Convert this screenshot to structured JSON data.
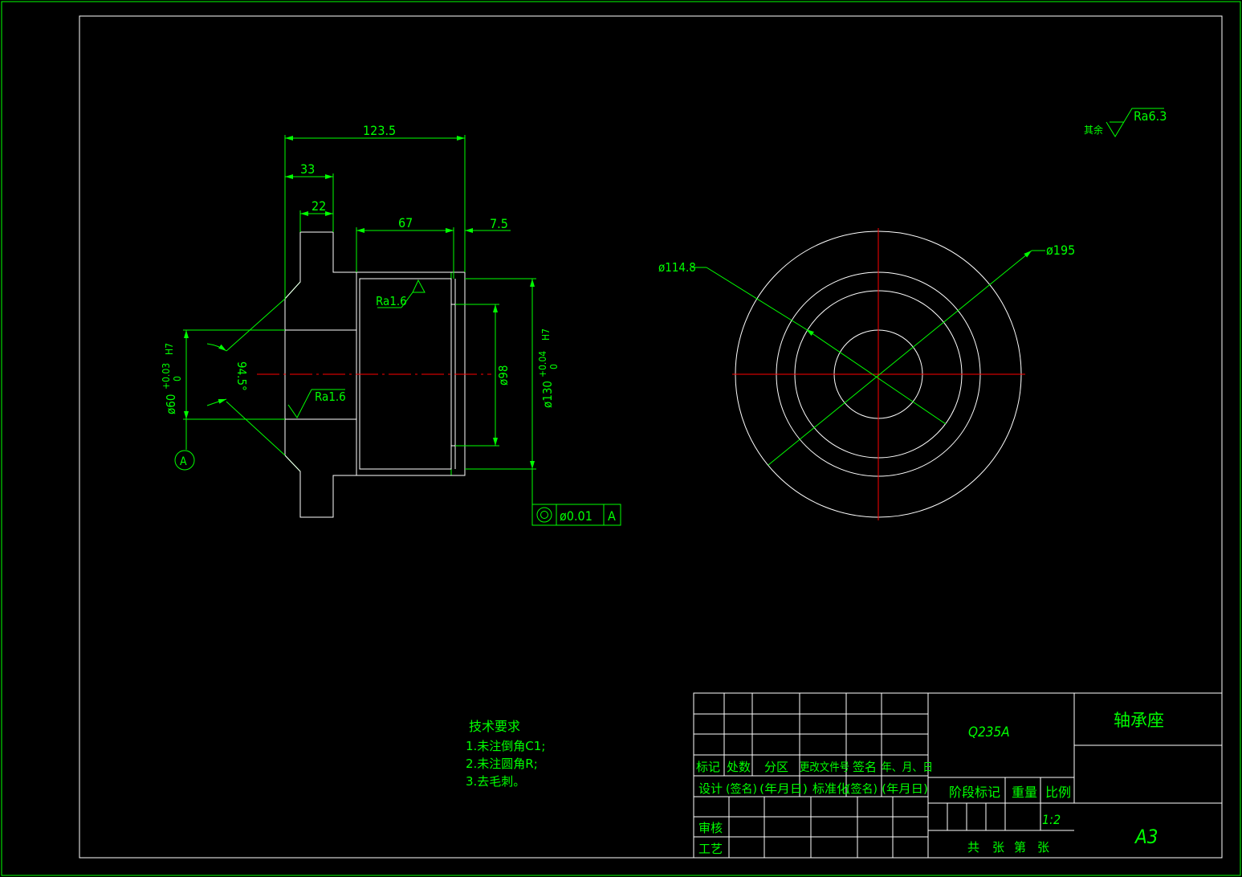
{
  "colors": {
    "background": "#000000",
    "dimension": "#00ff00",
    "outline": "#ffffff",
    "centerline": "#ff0000"
  },
  "dimensions": {
    "overall_length": "123.5",
    "flange_width": "33",
    "flange_inner": "22",
    "bore_depth": "67",
    "step": "7.5",
    "dia_60": "ø60",
    "dia_60_tol_upper": "+0.03",
    "dia_60_tol_lower": "0",
    "dia_60_fit": "H7",
    "angle": "94.5°",
    "dia_98": "ø98",
    "dia_130": "ø130",
    "dia_130_tol_upper": "+0.04",
    "dia_130_tol_lower": "0",
    "dia_130_fit": "H7",
    "dia_1148": "ø114.8",
    "dia_195": "ø195"
  },
  "roughness": {
    "bore": "Ra1.6",
    "inner": "Ra1.6",
    "rest_label": "其余",
    "rest_value": "Ra6.3"
  },
  "datum": {
    "label": "A"
  },
  "tolerance_frame": {
    "value": "ø0.01",
    "datum": "A"
  },
  "notes": {
    "title": "技术要求",
    "items": [
      "1.未注倒角C1;",
      "2.未注圆角R;",
      "3.去毛刺。"
    ]
  },
  "title_block": {
    "material": "Q235A",
    "part_name": "轴承座",
    "sheet_size": "A3",
    "scale": "1:2",
    "row_headers": [
      "标记",
      "处数",
      "分区",
      "更改文件号",
      "签名",
      "年、月、日"
    ],
    "design_row": [
      "设计",
      "(签名)",
      "(年月日)",
      "标准化",
      "(签名)",
      "(年月日)"
    ],
    "stage_label": "阶段标记",
    "weight_label": "重量",
    "scale_label": "比例",
    "review_label": "审核",
    "process_label": "工艺",
    "sheets_footer": [
      "共",
      "张",
      "第",
      "张"
    ]
  }
}
